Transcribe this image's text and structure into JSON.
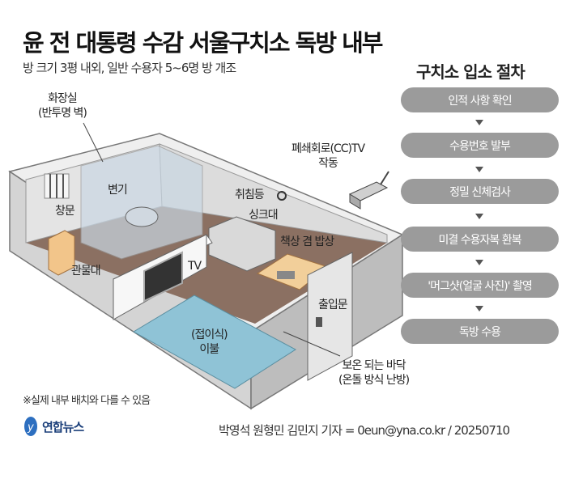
{
  "title": "윤 전 대통령 수감 서울구치소 독방 내부",
  "subtitle": "방 크기 3평 내외, 일반 수용자 5~6명 방 개조",
  "diagram": {
    "labels": {
      "bathroom": "화장실",
      "bathroom_note": "(반투명 벽)",
      "toilet": "변기",
      "window": "창문",
      "cabinet": "관물대",
      "tv": "TV",
      "sleep_light": "취침등",
      "sink": "싱크대",
      "desk": "책상 겸 밥상",
      "cctv": "폐쇄회로(CC)TV",
      "cctv_note": "작동",
      "door": "출입문",
      "bedding": "(접이식)",
      "bedding_name": "이불",
      "floor": "보온 되는 바닥",
      "floor_note": "(온돌 방식 난방)"
    },
    "colors": {
      "floor": "#8b7062",
      "wall": "#e8e8e8",
      "bedding": "#8fc3d6",
      "desk": "#f2cf9a",
      "pill": "#9b9b9b"
    }
  },
  "procedure": {
    "title": "구치소 입소 절차",
    "steps": [
      "인적 사항 확인",
      "수용번호 발부",
      "정밀 신체검사",
      "미결 수용자복 환복",
      "'머그샷(얼굴 사진)' 촬영",
      "독방 수용"
    ]
  },
  "note": "※실제 내부 배치와 다를 수 있음",
  "logo": "연합뉴스",
  "credit": "박영석 원형민 김민지 기자 = 0eun@yna.co.kr / 20250710"
}
